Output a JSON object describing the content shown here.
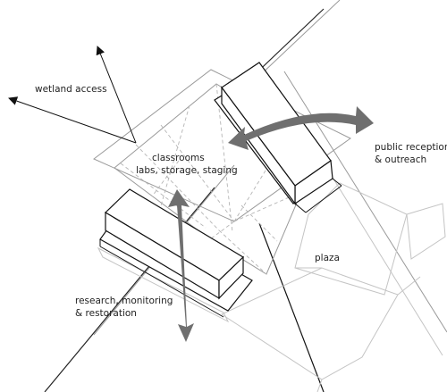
{
  "colors": {
    "ink": "#111111",
    "thin_line": "#9a9a9a",
    "light_line": "#c4c4c4",
    "dashed_line": "#b5b5b5",
    "arrow_fill": "#6f6f6f",
    "background": "#ffffff"
  },
  "labels": {
    "wetland_access": "wetland access",
    "classrooms": "classrooms",
    "labs": "labs, storage, staging",
    "public_reception_line1": "public reception",
    "public_reception_line2": "& outreach",
    "plaza": "plaza",
    "research_line1": "research, monitoring",
    "research_line2": "& restoration"
  }
}
